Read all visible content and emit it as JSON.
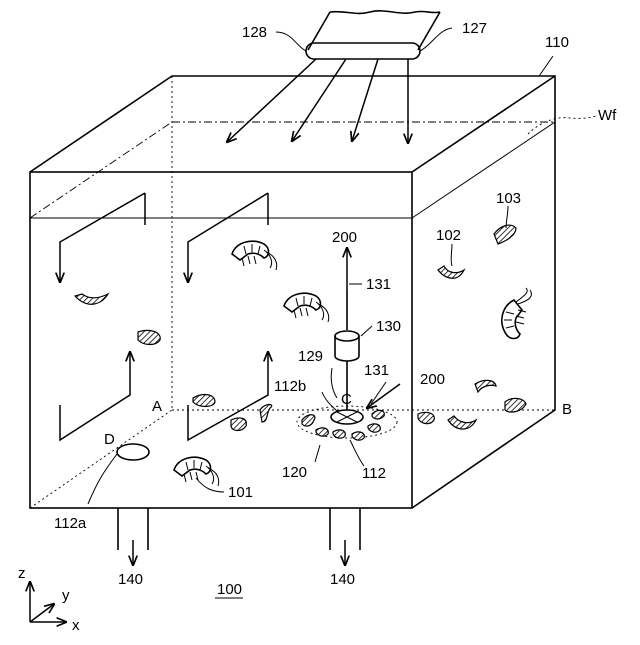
{
  "figure": {
    "labels": {
      "tank": "110",
      "water_surface": "Wf",
      "nozzle": "128",
      "supply_pipe": "127",
      "organism_1": "101",
      "organism_2": "102",
      "organism_3": "103",
      "flow_top": "200",
      "flow_right": "200",
      "pipe_upper": "131",
      "pipe_lower": "131",
      "pump": "130",
      "intake": "129",
      "outlet_c": "112b",
      "outlet_main": "112",
      "outlet_d": "112a",
      "strainer": "120",
      "drain_left": "140",
      "drain_right": "140",
      "system": "100"
    },
    "points": {
      "a": "A",
      "b": "B",
      "c": "C",
      "d": "D"
    },
    "axes": {
      "z": "z",
      "y": "y",
      "x": "x"
    }
  }
}
